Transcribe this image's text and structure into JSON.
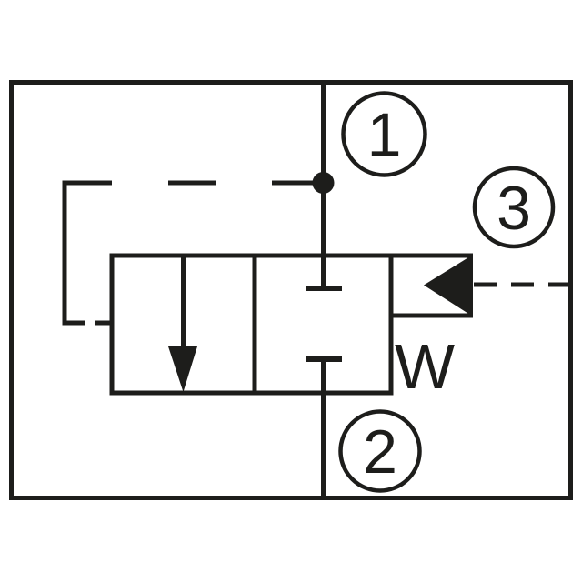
{
  "diagram": {
    "kind": "hydraulic-valve-schematic",
    "colors": {
      "line": "#1d1d1b",
      "background": "#ffffff"
    },
    "ports": [
      {
        "id": "port-1",
        "label": "1",
        "position": "top"
      },
      {
        "id": "port-3",
        "label": "3",
        "position": "right"
      },
      {
        "id": "port-2",
        "label": "2",
        "position": "bottom"
      }
    ],
    "icons": {
      "flow_arrow": "arrow-down",
      "pilot_actuator": "triangle-left-filled",
      "spring": "W",
      "junction": "filled-dot",
      "blocked_port": "t-bar"
    }
  }
}
